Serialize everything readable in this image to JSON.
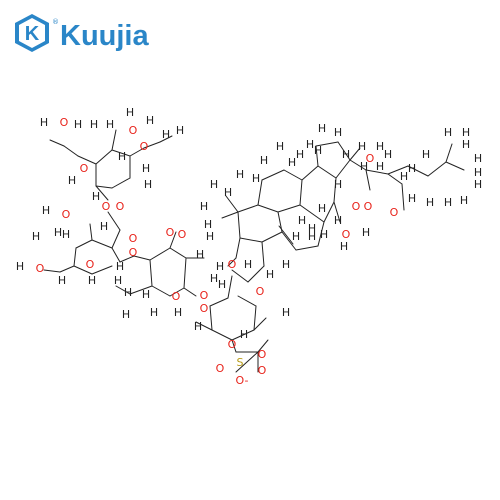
{
  "brand": {
    "name": "Kuujia",
    "mark_letter": "K",
    "registered": "®",
    "color": "#2a86c8"
  },
  "molecule": {
    "bond_color": "#222222",
    "hetero_color": "#e8241c",
    "sulfur_color": "#b79b17",
    "labels": {
      "oxygen": "O",
      "hydrogen": "H",
      "sulfur": "S",
      "anion": "O",
      "charge": "-"
    }
  }
}
